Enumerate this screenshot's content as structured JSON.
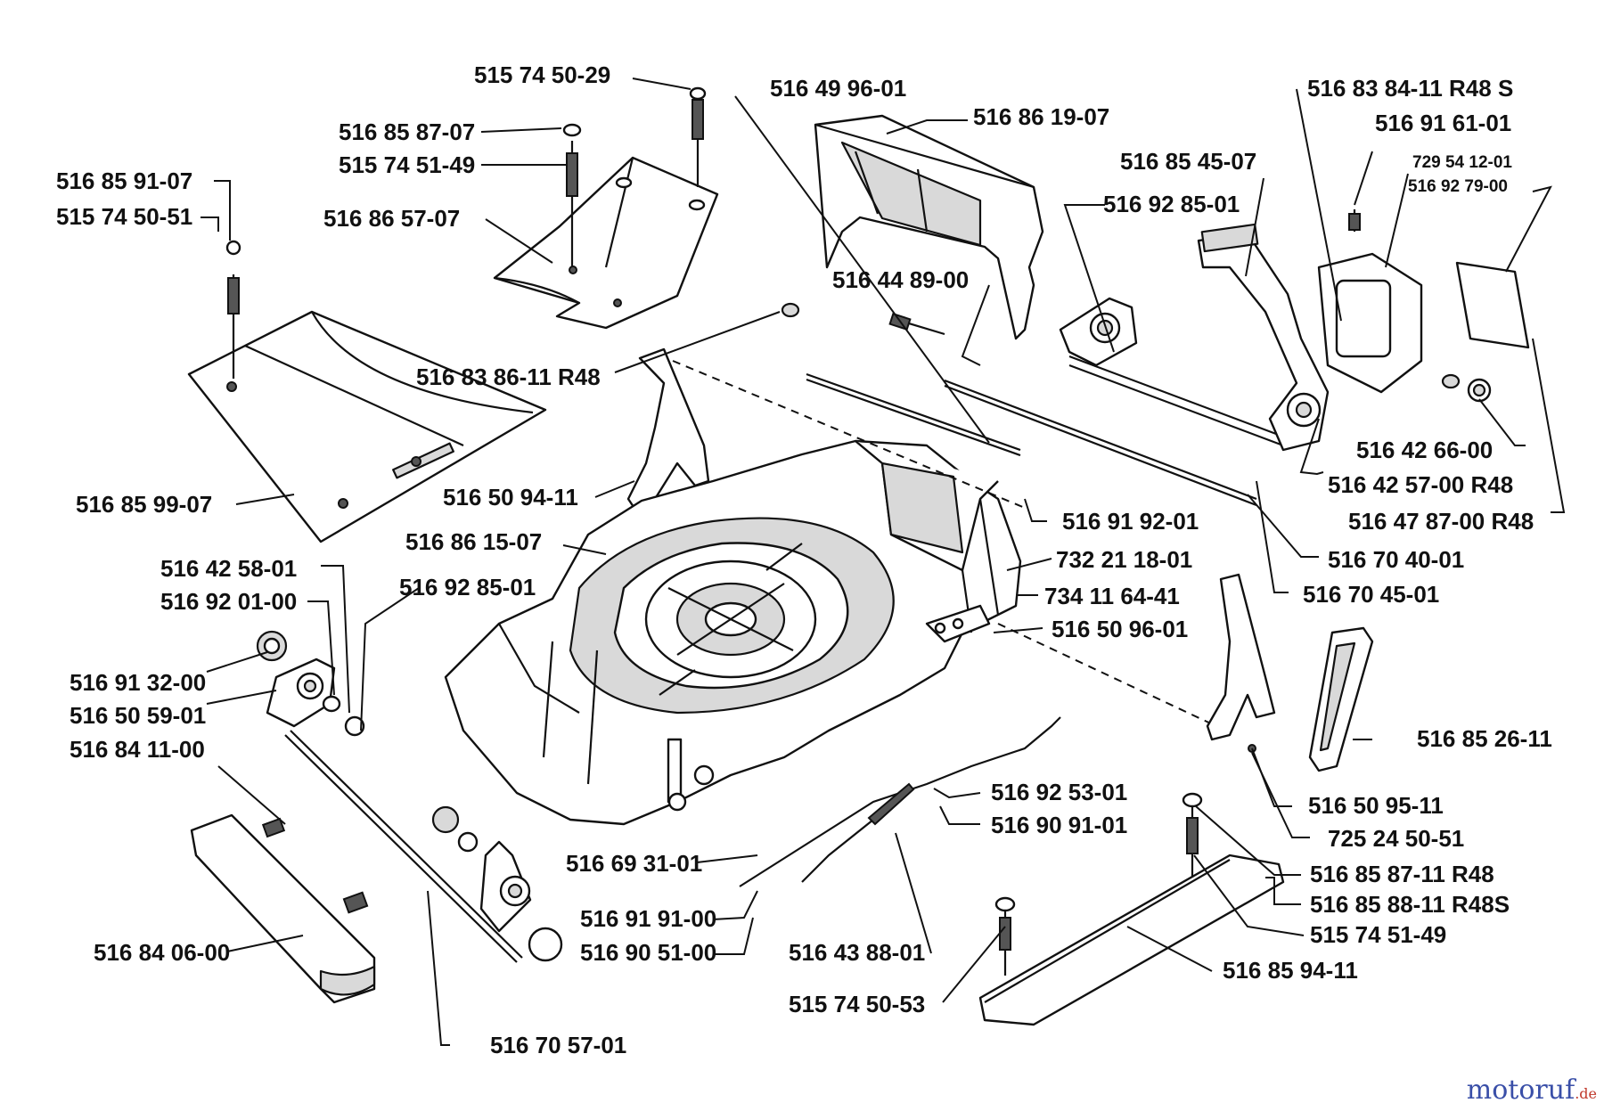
{
  "parts": [
    {
      "id": "p01",
      "number": "515 74 50-29"
    },
    {
      "id": "p02",
      "number": "516 85 87-07"
    },
    {
      "id": "p03",
      "number": "515 74 51-49"
    },
    {
      "id": "p04",
      "number": "516 86 57-07"
    },
    {
      "id": "p05",
      "number": "516 85 91-07"
    },
    {
      "id": "p06",
      "number": "515 74 50-51"
    },
    {
      "id": "p07",
      "number": "516 85 99-07"
    },
    {
      "id": "p08",
      "number": "516 83 86-11 R48"
    },
    {
      "id": "p09",
      "number": "516 49 96-01"
    },
    {
      "id": "p10",
      "number": "516 86 19-07"
    },
    {
      "id": "p11",
      "number": "516 44 89-00"
    },
    {
      "id": "p12",
      "number": "516 85 45-07"
    },
    {
      "id": "p13",
      "number": "516 92 85-01"
    },
    {
      "id": "p14",
      "number": "516 83 84-11 R48 S"
    },
    {
      "id": "p15",
      "number": "516 91 61-01"
    },
    {
      "id": "p16",
      "number": "729 54 12-01"
    },
    {
      "id": "p17",
      "number": "516 92 79-00"
    },
    {
      "id": "p18",
      "number": "516 42 66-00"
    },
    {
      "id": "p19",
      "number": "516 42 57-00 R48"
    },
    {
      "id": "p20",
      "number": "516 47 87-00 R48"
    },
    {
      "id": "p21",
      "number": "516 50 94-11"
    },
    {
      "id": "p22",
      "number": "516 86 15-07"
    },
    {
      "id": "p23",
      "number": "516 91 92-01"
    },
    {
      "id": "p24",
      "number": "516 70 40-01"
    },
    {
      "id": "p25",
      "number": "732 21 18-01"
    },
    {
      "id": "p26",
      "number": "734 11 64-41"
    },
    {
      "id": "p27",
      "number": "516 70 45-01"
    },
    {
      "id": "p28",
      "number": "516 50 96-01"
    },
    {
      "id": "p29",
      "number": "516 42 58-01"
    },
    {
      "id": "p30",
      "number": "516 92 01-00"
    },
    {
      "id": "p31",
      "number": "516 92 85-01"
    },
    {
      "id": "p32",
      "number": "516 91 32-00"
    },
    {
      "id": "p33",
      "number": "516 50 59-01"
    },
    {
      "id": "p34",
      "number": "516 84 11-00"
    },
    {
      "id": "p35",
      "number": "516 85 26-11"
    },
    {
      "id": "p36",
      "number": "516 92 53-01"
    },
    {
      "id": "p37",
      "number": "516 90 91-01"
    },
    {
      "id": "p38",
      "number": "516 50 95-11"
    },
    {
      "id": "p39",
      "number": "725 24 50-51"
    },
    {
      "id": "p40",
      "number": "516 69 31-01"
    },
    {
      "id": "p41",
      "number": "516 85 87-11 R48"
    },
    {
      "id": "p42",
      "number": "516 85 88-11 R48S"
    },
    {
      "id": "p43",
      "number": "516 91 91-00"
    },
    {
      "id": "p44",
      "number": "515 74 51-49"
    },
    {
      "id": "p45",
      "number": "516 90 51-00"
    },
    {
      "id": "p46",
      "number": "516 43 88-01"
    },
    {
      "id": "p47",
      "number": "516 84 06-00"
    },
    {
      "id": "p48",
      "number": "516 85 94-11"
    },
    {
      "id": "p49",
      "number": "515 74 50-53"
    },
    {
      "id": "p50",
      "number": "516 70 57-01"
    }
  ],
  "watermark": {
    "main": "motoruf",
    "tld": ".de"
  }
}
